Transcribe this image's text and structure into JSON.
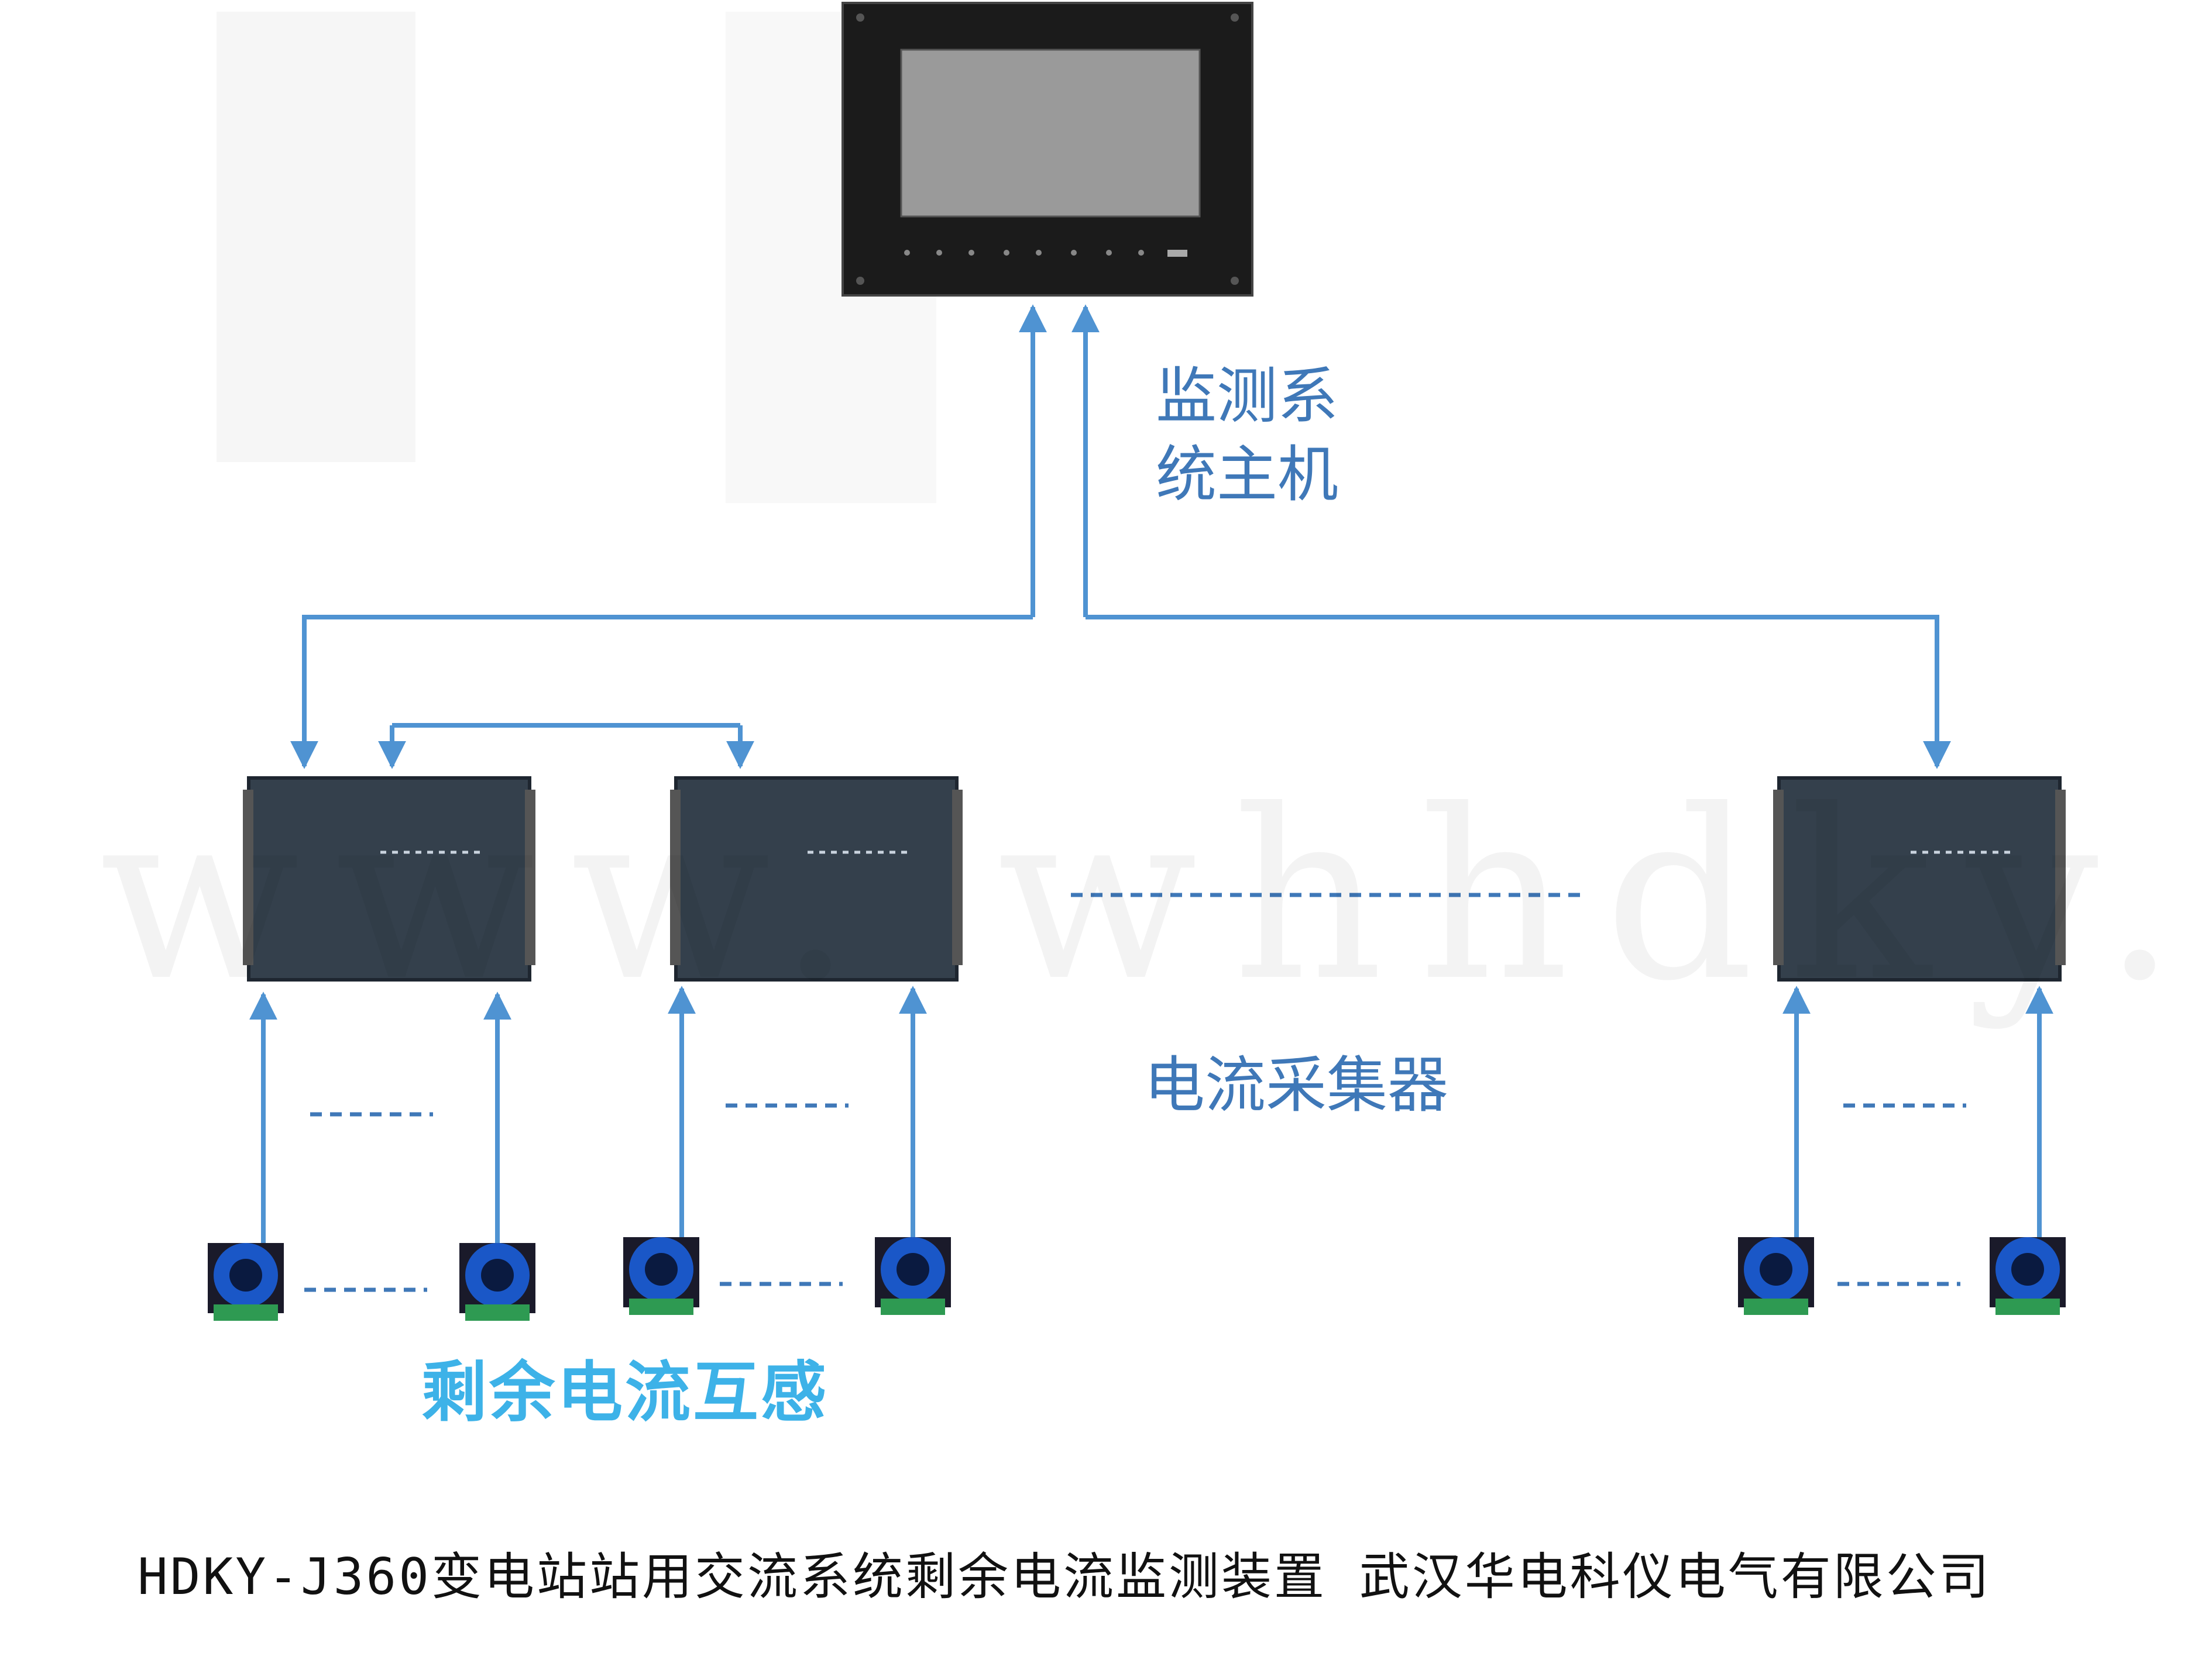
{
  "labels": {
    "host_line1": "监测系",
    "host_line2": "统主机",
    "collector": "电流采集器",
    "ct": "剩余电流互感"
  },
  "caption": "HDKY-J360变电站站用交流系统剩余电流监测装置   武汉华电科仪电气有限公司",
  "watermark": "www. whhdky. com",
  "colors": {
    "arrow": "#4f93d2",
    "label": "#3f78b8",
    "ct_label": "#3db2e8",
    "host_panel": "#1b1b1b",
    "host_screen": "#9a9a9a",
    "collector_body": "#34404c",
    "ct_ring": "#1a57c7",
    "ct_terminal": "#2e9a52"
  }
}
